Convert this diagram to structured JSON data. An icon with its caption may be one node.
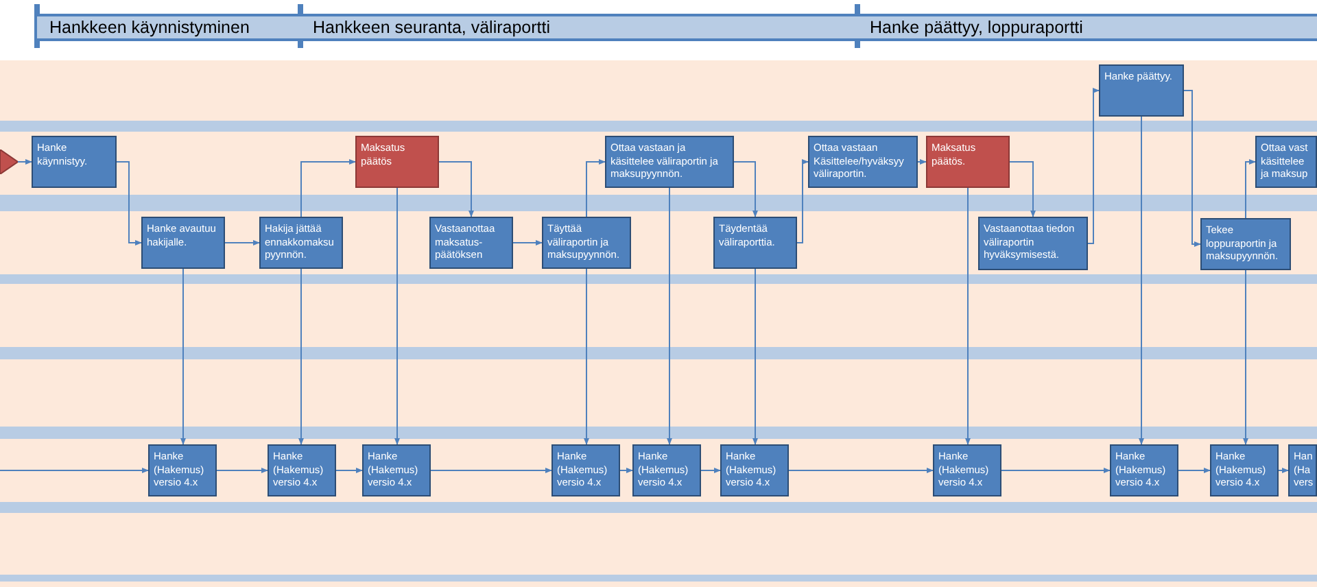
{
  "diagram": {
    "nodes": [
      {
        "text": [
          "Hankkeen käynnistyminen"
        ]
      },
      {
        "text": [
          "Hankkeen seuranta, väliraportti"
        ]
      },
      {
        "text": [
          "Hanke päättyy, loppuraportti"
        ]
      },
      {
        "text": [],
        "shape": "triangle"
      },
      {
        "text": [
          "Hanke käynnistyy."
        ]
      },
      {
        "text": [
          "Hanke avautuu hakijalle."
        ]
      },
      {
        "text": [
          "Hakija jättää ennakkomaksu pyynnön."
        ]
      },
      {
        "text": [
          "Maksatus päätös"
        ]
      },
      {
        "text": [
          "Vastaanottaa maksatus- päätöksen"
        ]
      },
      {
        "text": [
          "Täyttää väliraportin ja maksupyynnön."
        ]
      },
      {
        "text": [
          "Ottaa vastaan ja käsittelee väliraportin ja maksupyynnön."
        ]
      },
      {
        "text": [
          "Täydentää väliraporttia."
        ]
      },
      {
        "text": [
          "Ottaa vastaan Käsittelee/hyväksyy väliraportin."
        ]
      },
      {
        "text": [
          "Maksatus päätös."
        ]
      },
      {
        "text": [
          "Vastaanottaa tiedon väliraportin hyväksymisestä."
        ]
      },
      {
        "text": [
          "Hanke päättyy."
        ]
      },
      {
        "text": [
          "Tekee loppuraportin ja maksupyynnön."
        ]
      },
      {
        "text": [
          "Ottaa vast käsittelee ja maksup"
        ]
      },
      {
        "text": [
          "Hanke (Hakemus) versio 4.x"
        ]
      },
      {
        "text": [
          "Hanke (Hakemus) versio 4.x"
        ]
      },
      {
        "text": [
          "Hanke (Hakemus) versio 4.x"
        ]
      },
      {
        "text": [
          "Hanke (Hakemus) versio 4.x"
        ]
      },
      {
        "text": [
          "Hanke (Hakemus) versio 4.x"
        ]
      },
      {
        "text": [
          "Hanke (Hakemus) versio 4.x"
        ]
      },
      {
        "text": [
          "Hanke (Hakemus) versio 4.x"
        ]
      },
      {
        "text": [
          "Hanke (Hakemus) versio 4.x"
        ]
      },
      {
        "text": [
          "Hanke (Hakemus) versio 4.x"
        ]
      },
      {
        "text": [
          "Han (Ha vers"
        ]
      }
    ],
    "edges": [
      {
        "from": 3,
        "to": 4,
        "arrow": "to"
      },
      {
        "from": 4,
        "to": 5,
        "arrow": "to"
      },
      {
        "from": 5,
        "to": 6,
        "arrow": "to"
      },
      {
        "from": 6,
        "to": 7,
        "arrow": "to"
      },
      {
        "from": 7,
        "to": 8,
        "arrow": "to"
      },
      {
        "from": 8,
        "to": 9,
        "arrow": "to"
      },
      {
        "from": 9,
        "to": 10,
        "arrow": "to"
      },
      {
        "from": 10,
        "to": 11,
        "arrow": "to"
      },
      {
        "from": 11,
        "to": 12,
        "arrow": "to"
      },
      {
        "from": 12,
        "to": 13,
        "arrow": "to"
      },
      {
        "from": 13,
        "to": 14,
        "arrow": "to"
      },
      {
        "from": 14,
        "to": 15,
        "arrow": "to"
      },
      {
        "from": 15,
        "to": 16,
        "arrow": "to"
      },
      {
        "from": 16,
        "to": 17,
        "arrow": "to"
      },
      {
        "from": 5,
        "to": 18,
        "arrow": "to"
      },
      {
        "from": 6,
        "to": 19,
        "arrow": "to"
      },
      {
        "from": 7,
        "to": 20,
        "arrow": "to"
      },
      {
        "from": 9,
        "to": 21,
        "arrow": "to"
      },
      {
        "from": 10,
        "to": 22,
        "arrow": "to"
      },
      {
        "from": 11,
        "to": 23,
        "arrow": "to"
      },
      {
        "from": 13,
        "to": 24,
        "arrow": "to"
      },
      {
        "from": 15,
        "to": 25,
        "arrow": "to"
      },
      {
        "from": 16,
        "to": 26,
        "arrow": "to"
      },
      {
        "from": null,
        "to": 18,
        "arrow": "to"
      },
      {
        "from": 18,
        "to": 19,
        "arrow": "to"
      },
      {
        "from": 19,
        "to": 20,
        "arrow": "to"
      },
      {
        "from": 20,
        "to": 21,
        "arrow": "to"
      },
      {
        "from": 21,
        "to": 22,
        "arrow": "to"
      },
      {
        "from": 22,
        "to": 23,
        "arrow": "to"
      },
      {
        "from": 23,
        "to": 24,
        "arrow": "to"
      },
      {
        "from": 24,
        "to": 25,
        "arrow": "to"
      },
      {
        "from": 25,
        "to": 26,
        "arrow": "to"
      },
      {
        "from": 26,
        "to": 27,
        "arrow": "to"
      }
    ]
  }
}
